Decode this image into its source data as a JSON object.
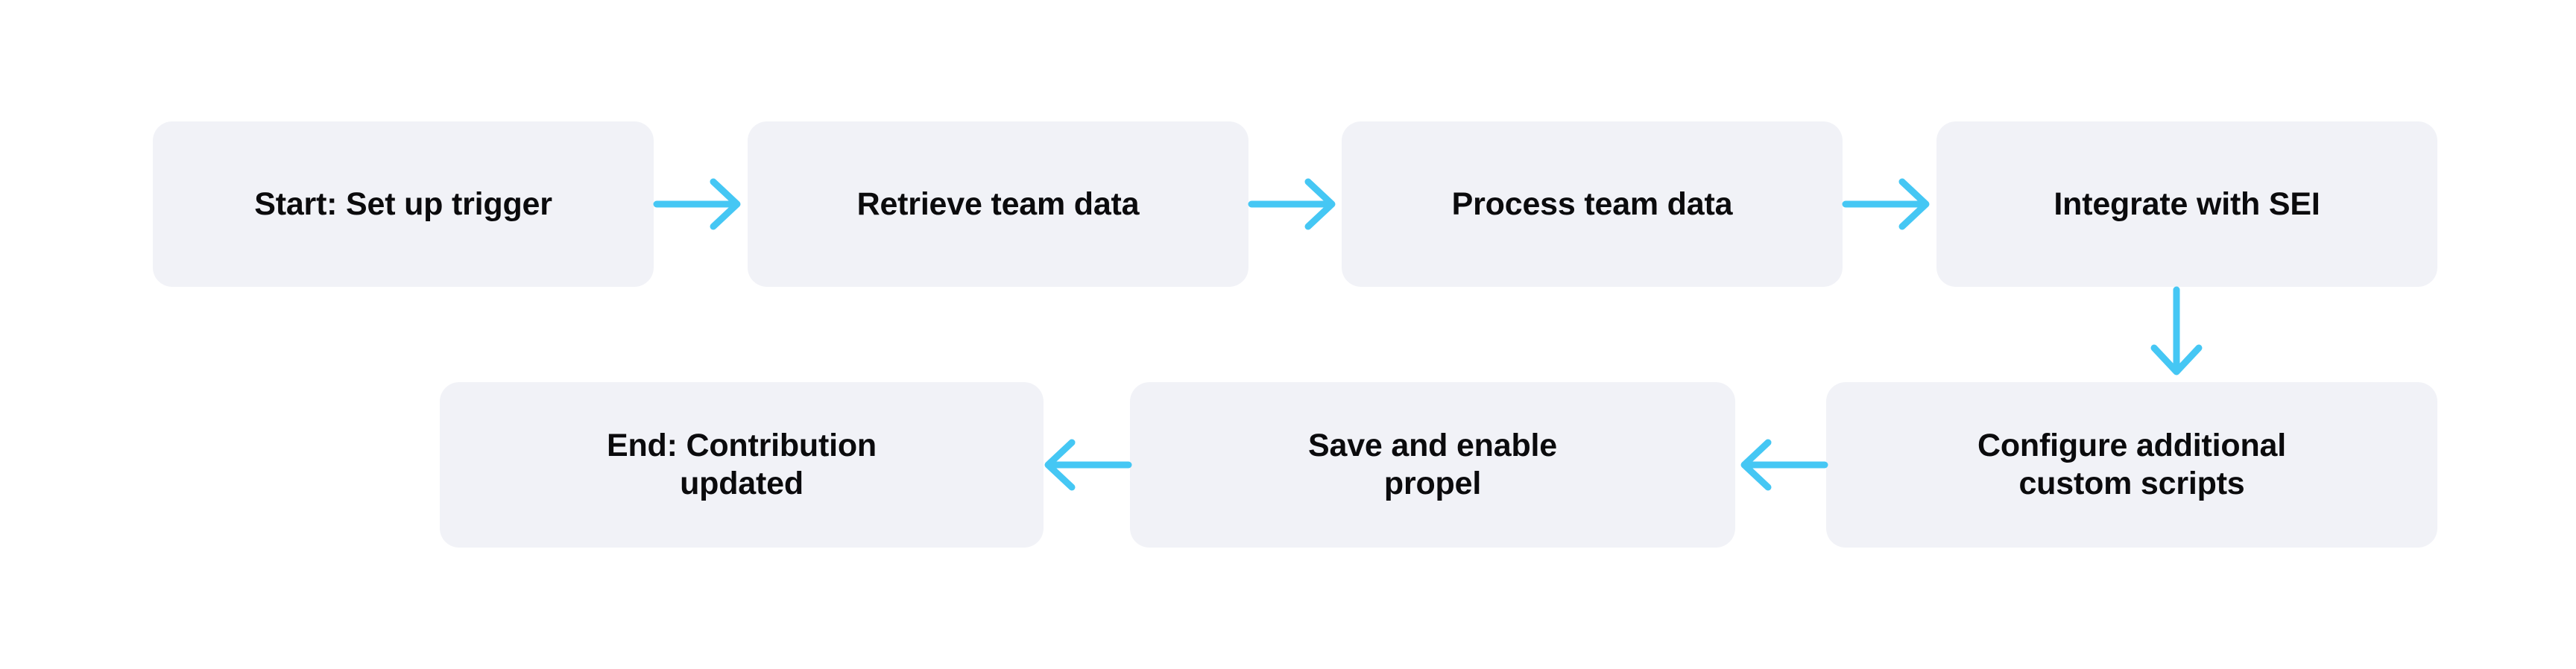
{
  "diagram": {
    "type": "flowchart",
    "title": "",
    "background_color": "#FFFFFF",
    "node_fill_color": "#F1F2F7",
    "node_text_color": "#0B0B0D",
    "arrow_color": "#45C7F4",
    "nodes": [
      {
        "id": "n1",
        "label": "Start: Set up trigger",
        "row": "top",
        "order": 1
      },
      {
        "id": "n2",
        "label": "Retrieve team data",
        "row": "top",
        "order": 2
      },
      {
        "id": "n3",
        "label": "Process team data",
        "row": "top",
        "order": 3
      },
      {
        "id": "n4",
        "label": "Integrate with SEI",
        "row": "top",
        "order": 4
      },
      {
        "id": "n5",
        "label": "Configure additional\ncustom scripts",
        "row": "bottom",
        "order": 5
      },
      {
        "id": "n6",
        "label": "Save and enable\npropel",
        "row": "bottom",
        "order": 6
      },
      {
        "id": "n7",
        "label": "End: Contribution\nupdated",
        "row": "bottom",
        "order": 7
      }
    ],
    "edges": [
      {
        "id": "a1",
        "from": "n1",
        "to": "n2",
        "direction": "right"
      },
      {
        "id": "a2",
        "from": "n2",
        "to": "n3",
        "direction": "right"
      },
      {
        "id": "a3",
        "from": "n3",
        "to": "n4",
        "direction": "right"
      },
      {
        "id": "a4",
        "from": "n4",
        "to": "n5",
        "direction": "down"
      },
      {
        "id": "a5",
        "from": "n5",
        "to": "n6",
        "direction": "left"
      },
      {
        "id": "a6",
        "from": "n6",
        "to": "n7",
        "direction": "left"
      }
    ]
  }
}
